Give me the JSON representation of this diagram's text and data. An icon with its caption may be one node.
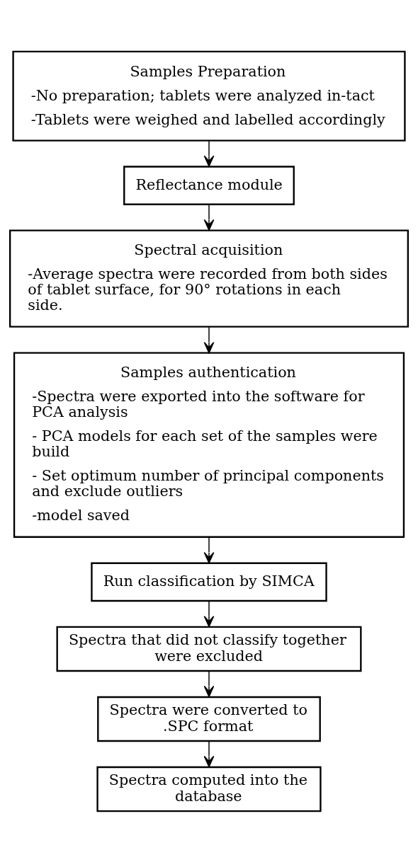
{
  "diagram": {
    "nodes": [
      {
        "text": [
          "Samples Preparation",
          "-No preparation; tablets were analyzed in-tact",
          "-Tablets were weighed and labelled accordingly"
        ]
      },
      {
        "text": [
          "Reflectance module"
        ]
      },
      {
        "text": [
          "Spectral acquisition",
          "-Average spectra were recorded from both sides of tablet surface, for 90° rotations in each side."
        ]
      },
      {
        "text": [
          "Samples authentication",
          "-Spectra were exported into the software for PCA analysis",
          "- PCA models for each set of the samples were build",
          "- Set optimum number of principal components and exclude outliers",
          "-model saved"
        ]
      },
      {
        "text": [
          "Run classification by SIMCA"
        ]
      },
      {
        "text": [
          "Spectra that did not classify together were excluded"
        ]
      },
      {
        "text": [
          "Spectra were converted to .SPC format"
        ]
      },
      {
        "text": [
          "Spectra computed into the database"
        ]
      }
    ],
    "edges": [
      {
        "from": 0,
        "to": 1,
        "arrow": "to"
      },
      {
        "from": 1,
        "to": 2,
        "arrow": "to"
      },
      {
        "from": 2,
        "to": 3,
        "arrow": "to"
      },
      {
        "from": 3,
        "to": 4,
        "arrow": "to"
      },
      {
        "from": 4,
        "to": 5,
        "arrow": "to"
      },
      {
        "from": 5,
        "to": 6,
        "arrow": "to"
      },
      {
        "from": 6,
        "to": 7,
        "arrow": "to"
      }
    ]
  }
}
